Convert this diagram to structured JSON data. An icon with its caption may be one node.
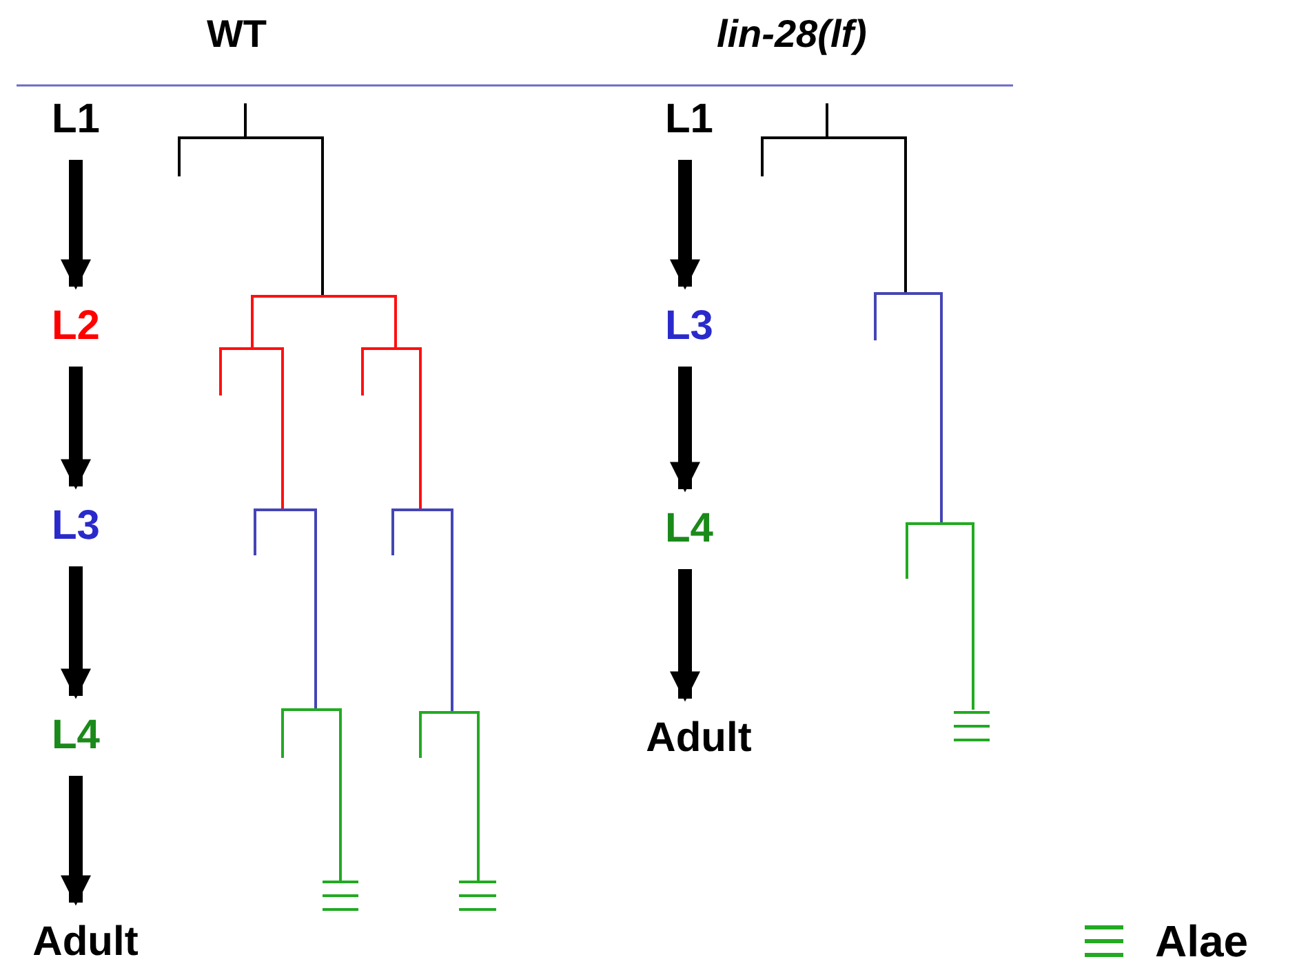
{
  "diagram": {
    "nodes": [
      {
        "text": [
          "L1"
        ]
      },
      {
        "text": [
          "L2"
        ]
      },
      {
        "text": [
          "L3"
        ]
      },
      {
        "text": [
          "L4"
        ]
      },
      {
        "text": [
          "Adult"
        ]
      },
      {
        "text": [
          "L1"
        ]
      },
      {
        "text": [
          "L3"
        ]
      },
      {
        "text": [
          "L4"
        ]
      },
      {
        "text": [
          "Adult"
        ]
      }
    ],
    "edges": [
      {
        "from": 0,
        "to": 1,
        "arrow": "to"
      },
      {
        "from": 1,
        "to": 2,
        "arrow": "to"
      },
      {
        "from": 2,
        "to": 3,
        "arrow": "to"
      },
      {
        "from": 3,
        "to": 4,
        "arrow": "to"
      },
      {
        "from": 5,
        "to": 6,
        "arrow": "to"
      },
      {
        "from": 6,
        "to": 7,
        "arrow": "to"
      },
      {
        "from": 7,
        "to": 8,
        "arrow": "to"
      }
    ],
    "labels": [
      "WT",
      "lin-28(lf)"
    ],
    "legend": [
      {
        "text": "Alae"
      }
    ]
  }
}
